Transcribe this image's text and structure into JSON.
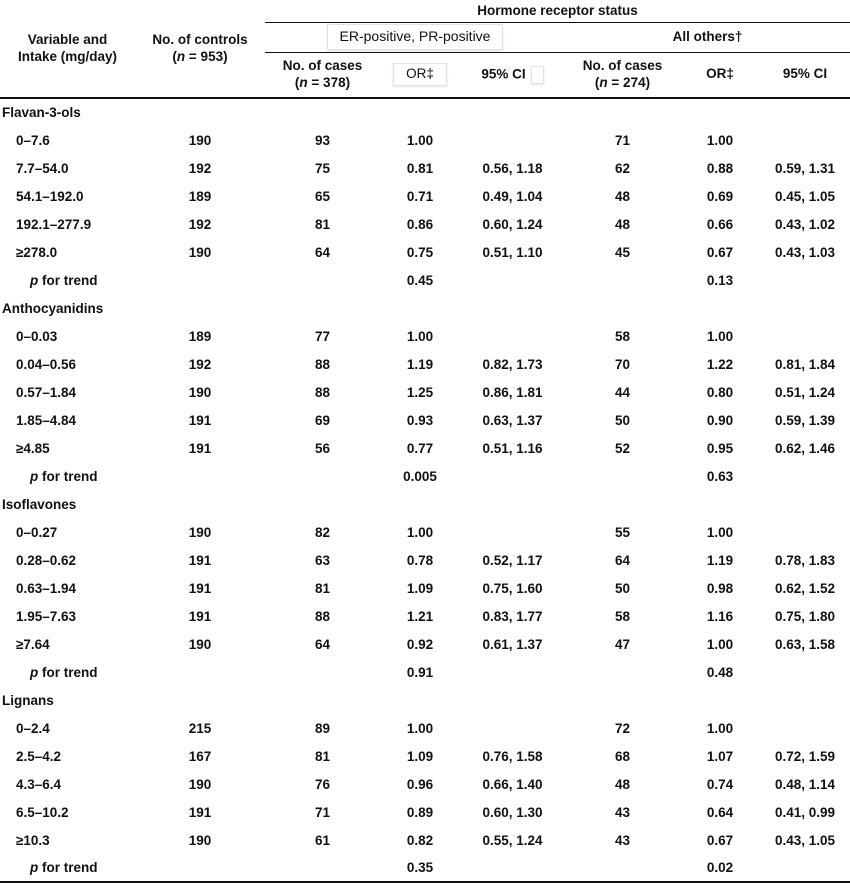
{
  "colors": {
    "text": "#111111",
    "rule": "#111111",
    "highlight_bg": "#ffffff",
    "highlight_border": "#e2e2e2"
  },
  "header": {
    "hormone_status": "Hormone receptor status",
    "variable_line1": "Variable and",
    "variable_line2": "Intake (mg/day)",
    "controls_line1": "No. of controls",
    "paren_open": "(",
    "n_char": "n",
    "controls_n_rest": " = 953)",
    "group1": "ER-positive, PR-positive",
    "group2": "All others†",
    "cases_line1": "No. of cases",
    "cases1_n_rest": " = 378)",
    "cases2_n_rest": " = 274)",
    "or_label": "OR‡",
    "ci_label": "95% CI"
  },
  "sections": [
    {
      "name": "Flavan-3-ols",
      "rows": [
        {
          "intake": "0–7.6",
          "controls": "190",
          "cases1": "93",
          "or1": "1.00",
          "ci1": "",
          "cases2": "71",
          "or2": "1.00",
          "ci2": ""
        },
        {
          "intake": "7.7–54.0",
          "controls": "192",
          "cases1": "75",
          "or1": "0.81",
          "ci1": "0.56, 1.18",
          "cases2": "62",
          "or2": "0.88",
          "ci2": "0.59, 1.31"
        },
        {
          "intake": "54.1–192.0",
          "controls": "189",
          "cases1": "65",
          "or1": "0.71",
          "ci1": "0.49, 1.04",
          "cases2": "48",
          "or2": "0.69",
          "ci2": "0.45, 1.05"
        },
        {
          "intake": "192.1–277.9",
          "controls": "192",
          "cases1": "81",
          "or1": "0.86",
          "ci1": "0.60, 1.24",
          "cases2": "48",
          "or2": "0.66",
          "ci2": "0.43, 1.02"
        },
        {
          "intake": "≥278.0",
          "controls": "190",
          "cases1": "64",
          "or1": "0.75",
          "ci1": "0.51, 1.10",
          "cases2": "45",
          "or2": "0.67",
          "ci2": "0.43, 1.03"
        }
      ],
      "ptrend": {
        "p_italic": "p",
        "p_rest": " for trend",
        "p1": "0.45",
        "p2": "0.13"
      }
    },
    {
      "name": "Anthocyanidins",
      "rows": [
        {
          "intake": "0–0.03",
          "controls": "189",
          "cases1": "77",
          "or1": "1.00",
          "ci1": "",
          "cases2": "58",
          "or2": "1.00",
          "ci2": ""
        },
        {
          "intake": "0.04–0.56",
          "controls": "192",
          "cases1": "88",
          "or1": "1.19",
          "ci1": "0.82, 1.73",
          "cases2": "70",
          "or2": "1.22",
          "ci2": "0.81, 1.84"
        },
        {
          "intake": "0.57–1.84",
          "controls": "190",
          "cases1": "88",
          "or1": "1.25",
          "ci1": "0.86, 1.81",
          "cases2": "44",
          "or2": "0.80",
          "ci2": "0.51, 1.24"
        },
        {
          "intake": "1.85–4.84",
          "controls": "191",
          "cases1": "69",
          "or1": "0.93",
          "ci1": "0.63, 1.37",
          "cases2": "50",
          "or2": "0.90",
          "ci2": "0.59, 1.39"
        },
        {
          "intake": "≥4.85",
          "controls": "191",
          "cases1": "56",
          "or1": "0.77",
          "ci1": "0.51, 1.16",
          "cases2": "52",
          "or2": "0.95",
          "ci2": "0.62, 1.46"
        }
      ],
      "ptrend": {
        "p_italic": "p",
        "p_rest": " for trend",
        "p1": "0.005",
        "p2": "0.63"
      }
    },
    {
      "name": "Isoflavones",
      "rows": [
        {
          "intake": "0–0.27",
          "controls": "190",
          "cases1": "82",
          "or1": "1.00",
          "ci1": "",
          "cases2": "55",
          "or2": "1.00",
          "ci2": ""
        },
        {
          "intake": "0.28–0.62",
          "controls": "191",
          "cases1": "63",
          "or1": "0.78",
          "ci1": "0.52, 1.17",
          "cases2": "64",
          "or2": "1.19",
          "ci2": "0.78, 1.83"
        },
        {
          "intake": "0.63–1.94",
          "controls": "191",
          "cases1": "81",
          "or1": "1.09",
          "ci1": "0.75, 1.60",
          "cases2": "50",
          "or2": "0.98",
          "ci2": "0.62, 1.52"
        },
        {
          "intake": "1.95–7.63",
          "controls": "191",
          "cases1": "88",
          "or1": "1.21",
          "ci1": "0.83, 1.77",
          "cases2": "58",
          "or2": "1.16",
          "ci2": "0.75, 1.80"
        },
        {
          "intake": "≥7.64",
          "controls": "190",
          "cases1": "64",
          "or1": "0.92",
          "ci1": "0.61, 1.37",
          "cases2": "47",
          "or2": "1.00",
          "ci2": "0.63, 1.58"
        }
      ],
      "ptrend": {
        "p_italic": "p",
        "p_rest": " for trend",
        "p1": "0.91",
        "p2": "0.48"
      }
    },
    {
      "name": "Lignans",
      "rows": [
        {
          "intake": "0–2.4",
          "controls": "215",
          "cases1": "89",
          "or1": "1.00",
          "ci1": "",
          "cases2": "72",
          "or2": "1.00",
          "ci2": ""
        },
        {
          "intake": "2.5–4.2",
          "controls": "167",
          "cases1": "81",
          "or1": "1.09",
          "ci1": "0.76, 1.58",
          "cases2": "68",
          "or2": "1.07",
          "ci2": "0.72, 1.59"
        },
        {
          "intake": "4.3–6.4",
          "controls": "190",
          "cases1": "76",
          "or1": "0.96",
          "ci1": "0.66, 1.40",
          "cases2": "48",
          "or2": "0.74",
          "ci2": "0.48, 1.14"
        },
        {
          "intake": "6.5–10.2",
          "controls": "191",
          "cases1": "71",
          "or1": "0.89",
          "ci1": "0.60, 1.30",
          "cases2": "43",
          "or2": "0.64",
          "ci2": "0.41, 0.99"
        },
        {
          "intake": "≥10.3",
          "controls": "190",
          "cases1": "61",
          "or1": "0.82",
          "ci1": "0.55, 1.24",
          "cases2": "43",
          "or2": "0.67",
          "ci2": "0.43, 1.05"
        }
      ],
      "ptrend": {
        "p_italic": "p",
        "p_rest": " for trend",
        "p1": "0.35",
        "p2": "0.02"
      }
    }
  ]
}
